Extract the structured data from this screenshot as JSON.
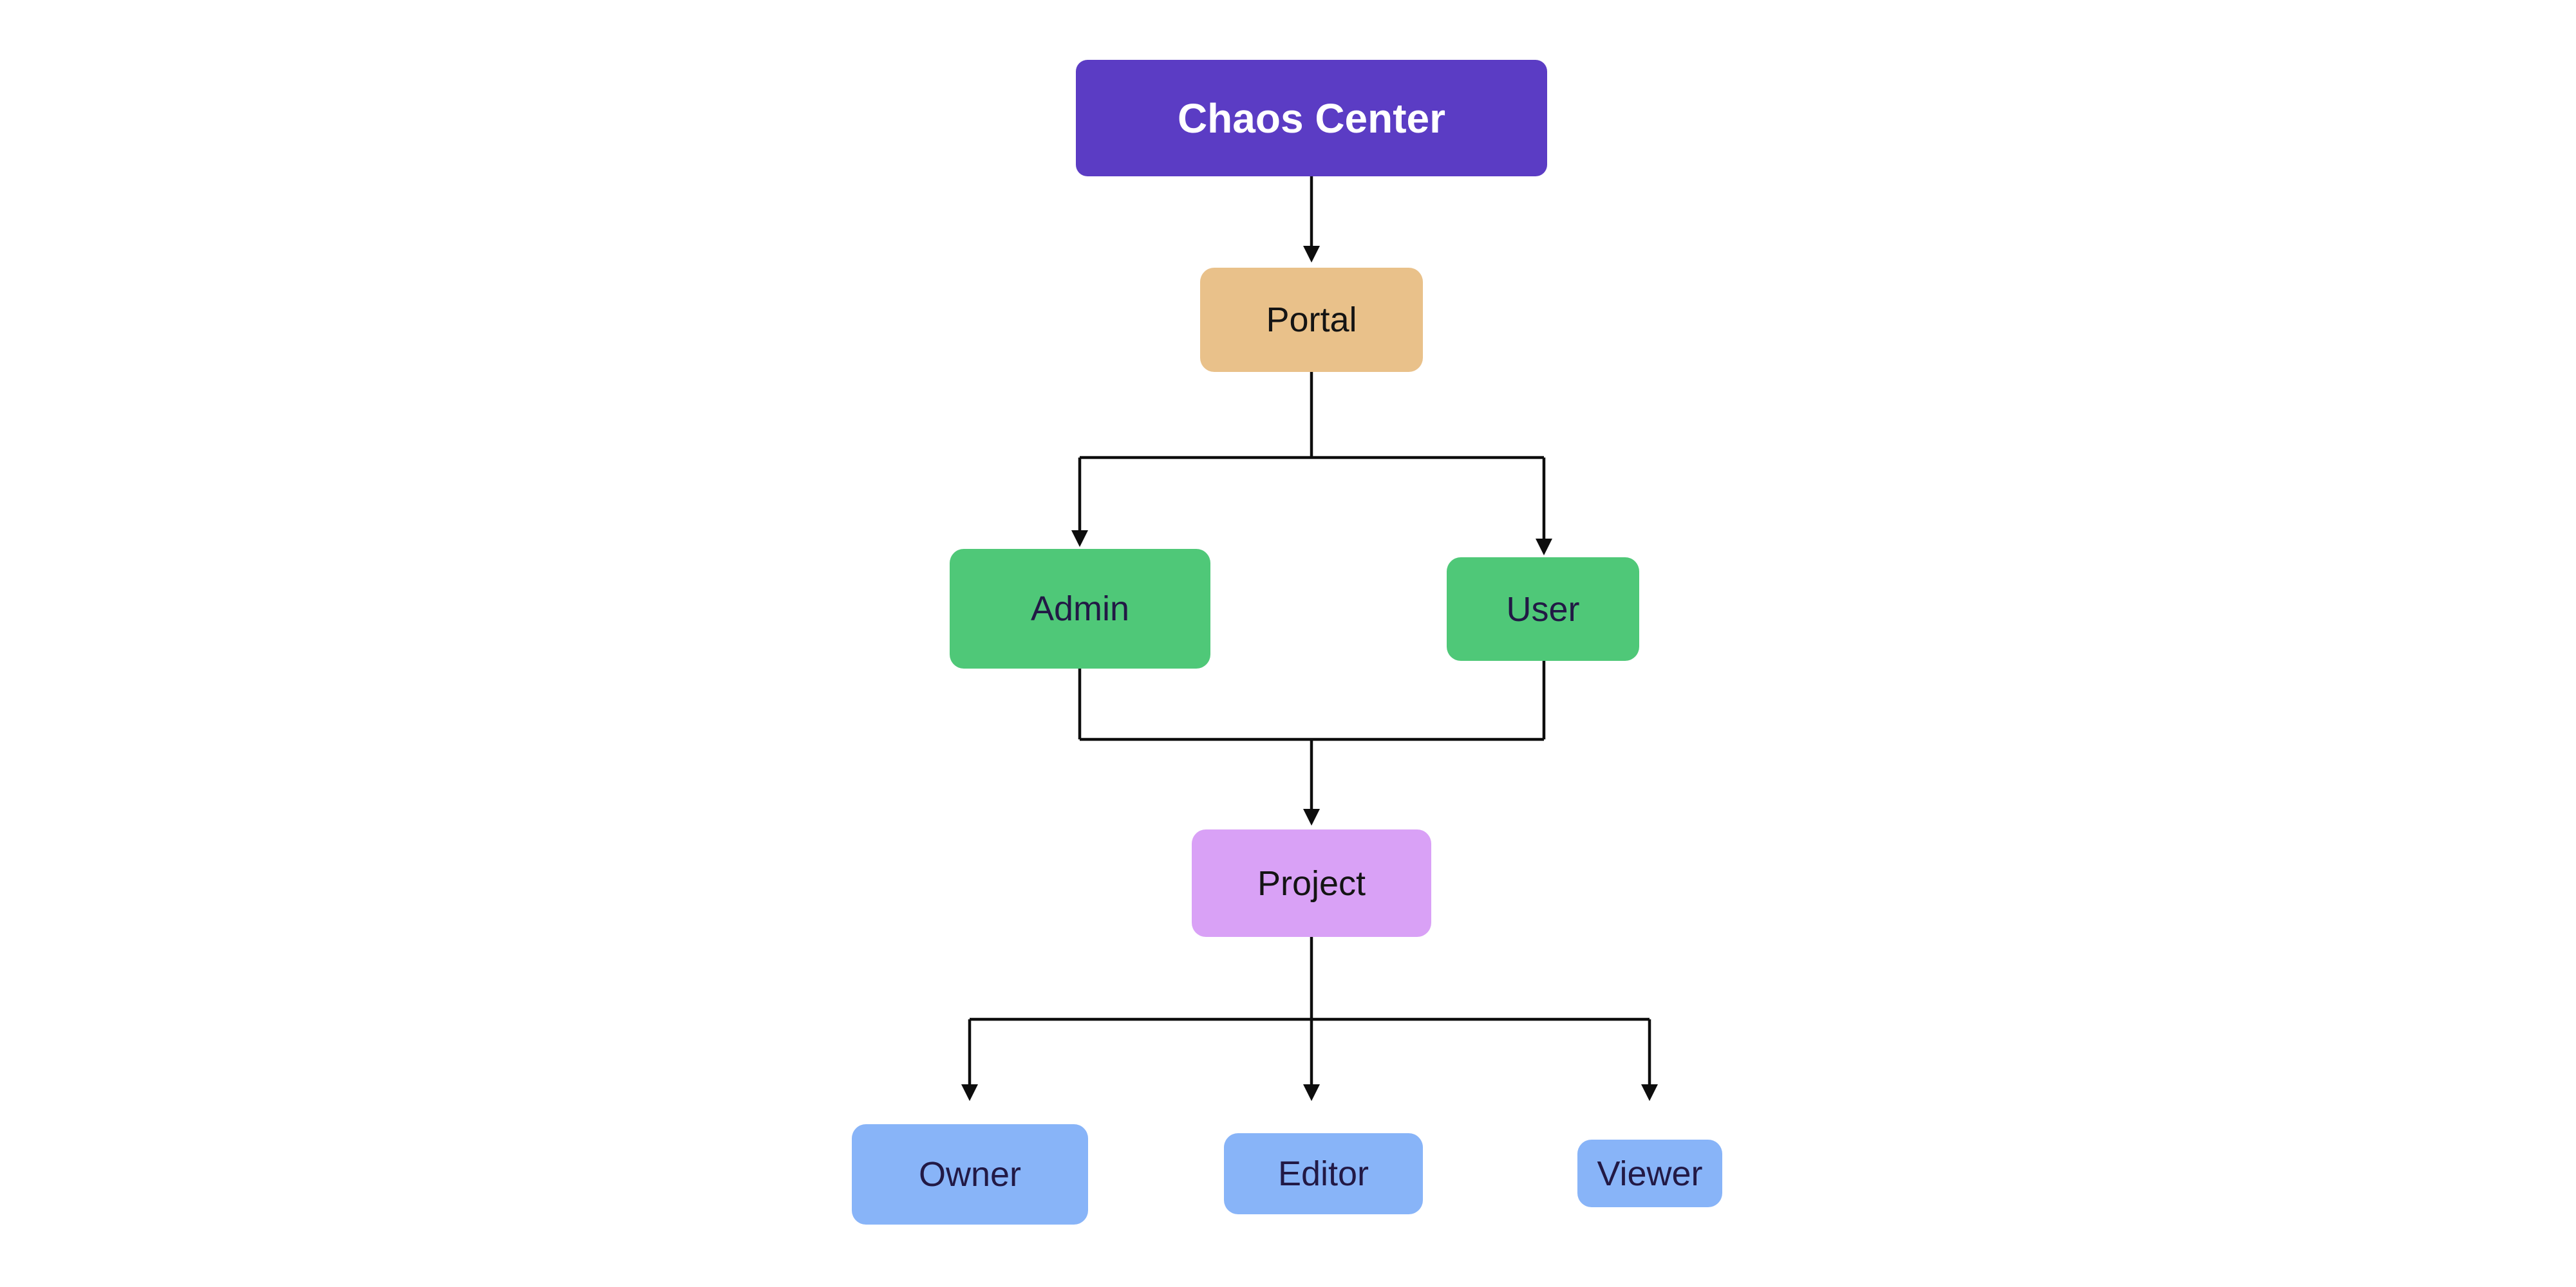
{
  "diagram": {
    "title": "Chaos Center",
    "nodes": [
      {
        "id": "chaos-center",
        "label": "Chaos Center",
        "bg": "#5b3cc4",
        "text_color": "#ffffff"
      },
      {
        "id": "portal",
        "label": "Portal",
        "bg": "#e9c18a",
        "text_color": "#141414"
      },
      {
        "id": "admin",
        "label": "Admin",
        "bg": "#4fc878",
        "text_color": "#221945"
      },
      {
        "id": "user",
        "label": "User",
        "bg": "#4fc878",
        "text_color": "#221945"
      },
      {
        "id": "project",
        "label": "Project",
        "bg": "#d9a1f6",
        "text_color": "#141414"
      },
      {
        "id": "owner",
        "label": "Owner",
        "bg": "#88b4f8",
        "text_color": "#221945"
      },
      {
        "id": "editor",
        "label": "Editor",
        "bg": "#88b4f8",
        "text_color": "#221945"
      },
      {
        "id": "viewer",
        "label": "Viewer",
        "bg": "#88b4f8",
        "text_color": "#221945"
      }
    ],
    "edges": [
      {
        "from": "chaos-center",
        "to": "portal",
        "arrow": true
      },
      {
        "from": "portal",
        "to": "admin",
        "arrow": true
      },
      {
        "from": "portal",
        "to": "user",
        "arrow": true
      },
      {
        "from": "admin",
        "to": "project",
        "arrow": true
      },
      {
        "from": "user",
        "to": "project",
        "arrow": true
      },
      {
        "from": "project",
        "to": "owner",
        "arrow": true
      },
      {
        "from": "project",
        "to": "editor",
        "arrow": true
      },
      {
        "from": "project",
        "to": "viewer",
        "arrow": true
      }
    ],
    "colors": {
      "background": "#ffffff",
      "edge": "#0d0d0d"
    }
  }
}
